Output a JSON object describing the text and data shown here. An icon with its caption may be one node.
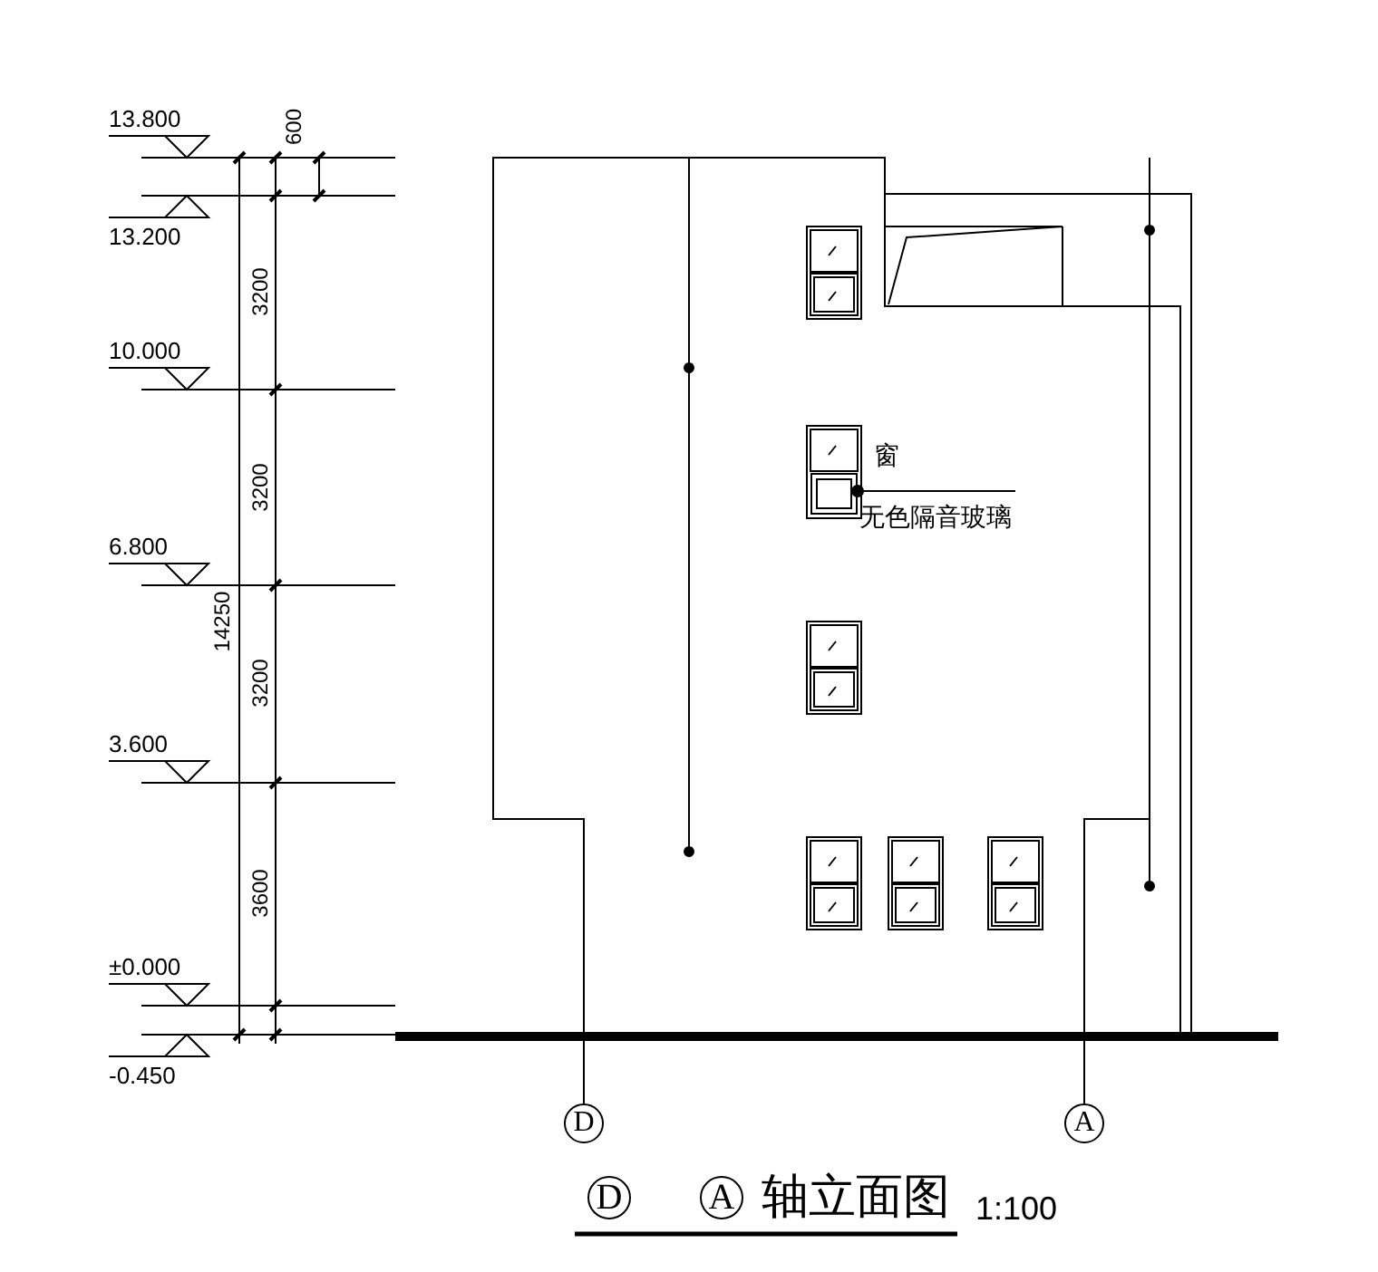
{
  "diagram": {
    "title": "轴立面图",
    "nodes": [
      {
        "text": [
          "窗",
          "无色隔音玻璃"
        ]
      },
      {
        "text": [],
        "shape": "box"
      },
      {
        "text": [
          "D"
        ]
      },
      {
        "text": [
          "A"
        ]
      },
      {
        "text": [
          "D"
        ]
      },
      {
        "text": [
          "A"
        ]
      }
    ],
    "edges": [
      {
        "from": 0,
        "to": 1,
        "arrow": "other"
      }
    ],
    "labels": [
      "13.800",
      "600",
      "13.200",
      "3200",
      "10.000",
      "3200",
      "6.800",
      "14250",
      "3200",
      "3.600",
      "3600",
      "±0.000",
      "-0.450",
      "1:100"
    ]
  }
}
